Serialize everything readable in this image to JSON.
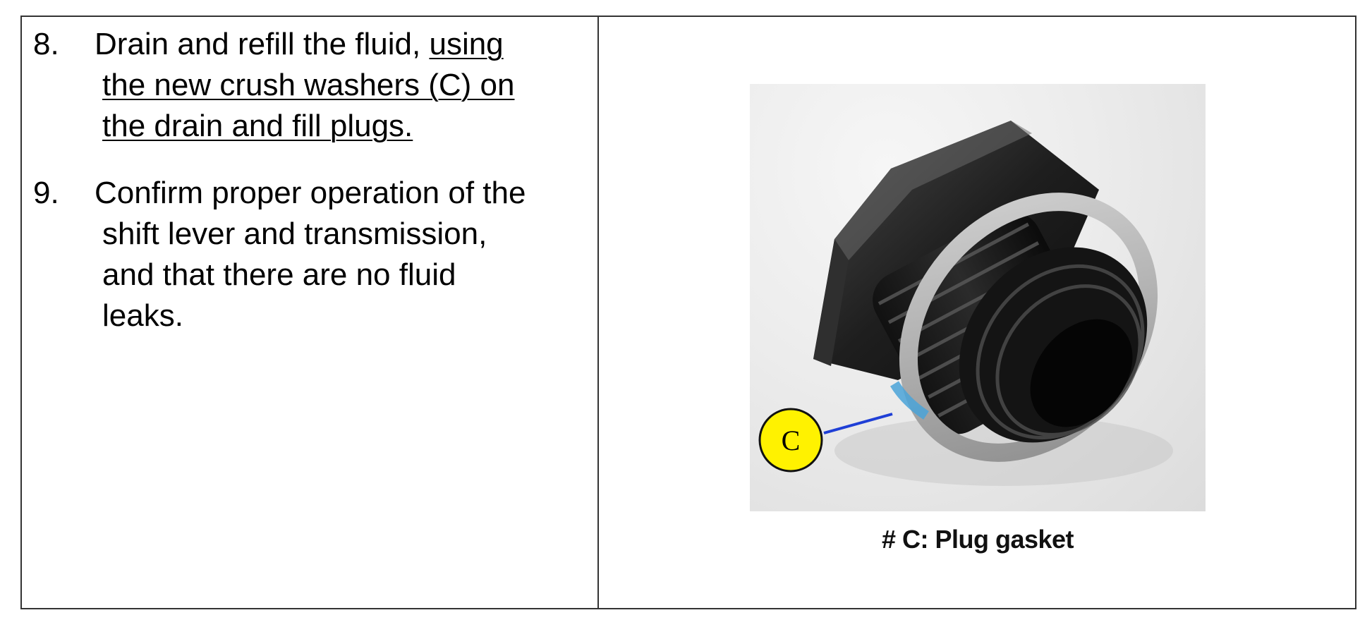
{
  "steps": [
    {
      "number": "8.",
      "line1_plain": "Drain and refill the fluid, ",
      "line1_underlined": "using",
      "line2": "the new crush washers (C) on",
      "line3": "the drain and fill plugs."
    },
    {
      "number": "9.",
      "line1": "Confirm proper operation of the",
      "line2": "shift lever and transmission,",
      "line3": "and that there are no fluid",
      "line4": "leaks."
    }
  ],
  "figure": {
    "callout_letter": "C",
    "caption": "# C: Plug gasket",
    "callout_color": "#fff200",
    "leader_color": "#1f3fd6"
  }
}
